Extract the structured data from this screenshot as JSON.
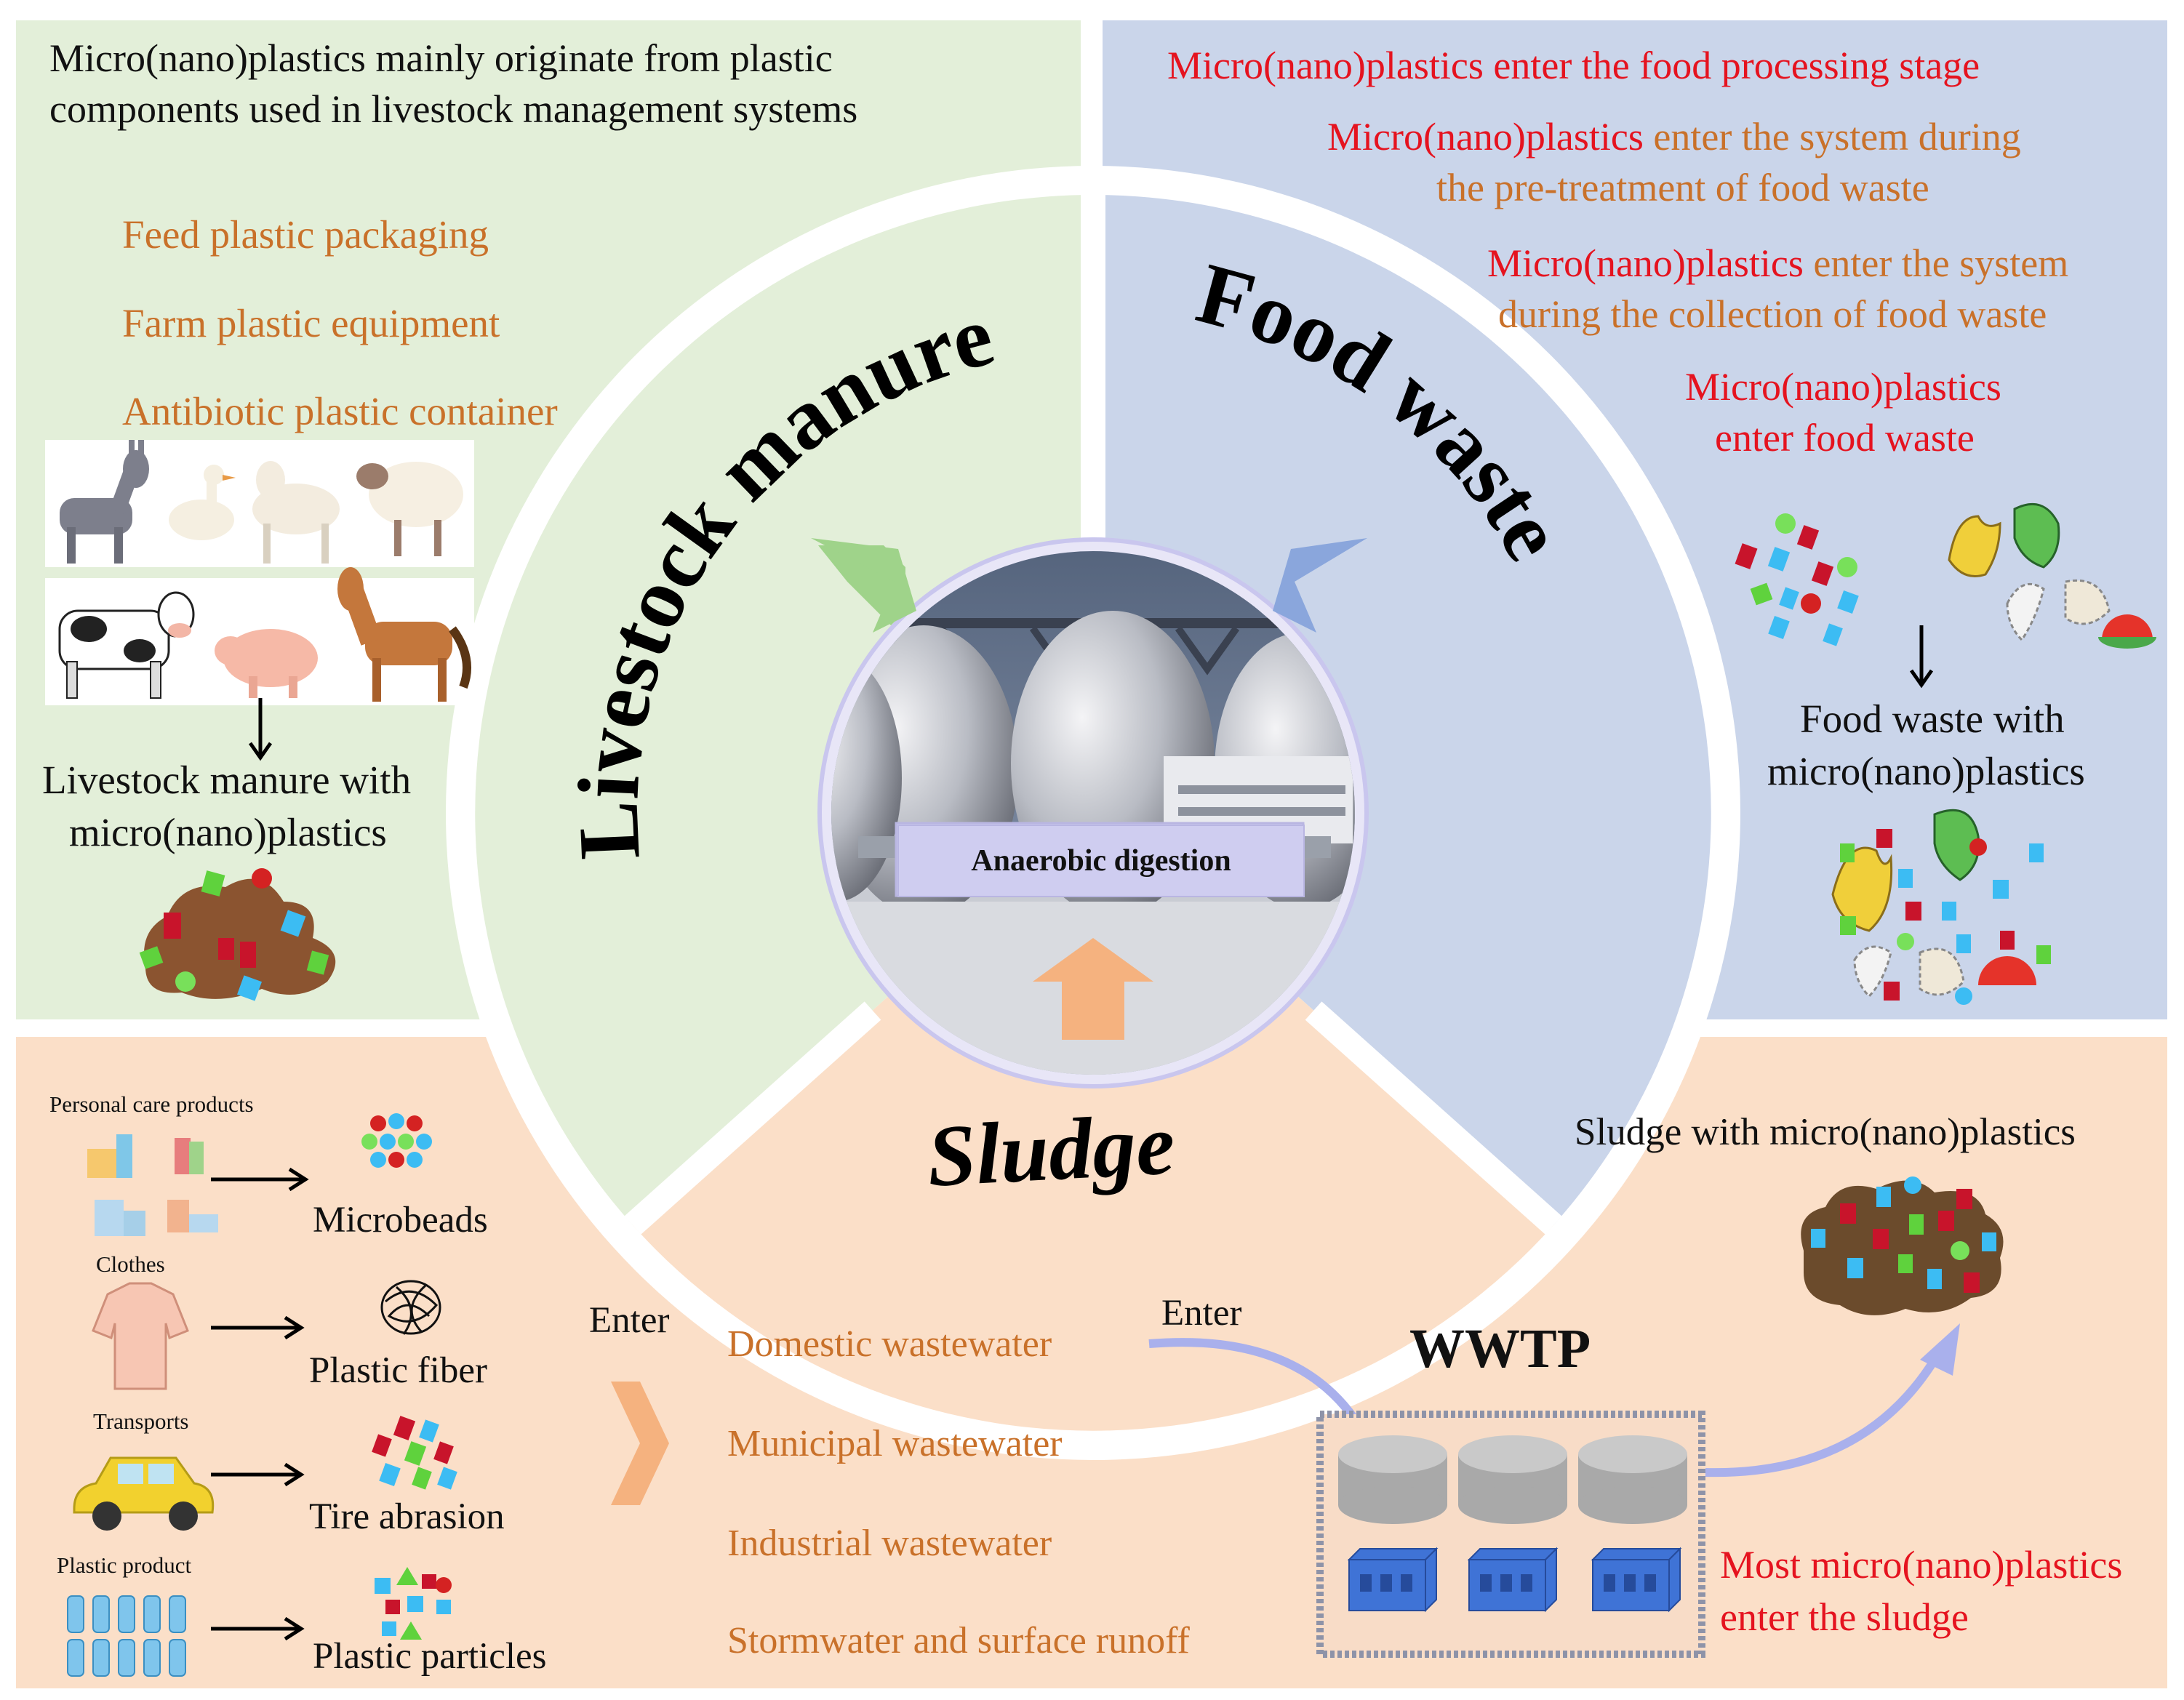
{
  "colors": {
    "livestock_panel": "#e3efd9",
    "food_panel": "#cad5ea",
    "sludge_panel": "#fbdfc8",
    "orange_text": "#c9712a",
    "red_text": "#e5131f",
    "arrow_green": "#9fd38a",
    "arrow_blue": "#8aa6dc",
    "arrow_orange": "#f5b27f",
    "flow_arrow": "#a9b0ec"
  },
  "center": {
    "caption": "Anaerobic digestion"
  },
  "livestock": {
    "arc_title": "Livestock manure",
    "intro": [
      "Micro(nano)plastics mainly originate from plastic",
      "components used in livestock management systems"
    ],
    "sources": [
      "Feed plastic packaging",
      "Farm plastic equipment",
      "Antibiotic plastic container"
    ],
    "result": [
      "Livestock manure with",
      "micro(nano)plastics"
    ]
  },
  "food": {
    "arc_title": "Food waste",
    "steps": [
      {
        "red": "Micro(nano)plastics enter the food processing stage",
        "orange": ""
      },
      {
        "red": "Micro(nano)plastics",
        "orange": "enter the system during",
        "line2": "the pre-treatment of food waste"
      },
      {
        "red": "Micro(nano)plastics",
        "orange": "enter the system",
        "line2": "during the collection of food waste"
      },
      {
        "red": "Micro(nano)plastics",
        "line2_red": "enter food waste"
      }
    ],
    "result": [
      "Food waste with",
      "micro(nano)plastics"
    ]
  },
  "sludge": {
    "arc_title": "Sludge",
    "sources": [
      {
        "category": "Personal care products",
        "product": "Microbeads"
      },
      {
        "category": "Clothes",
        "product": "Plastic fiber"
      },
      {
        "category": "Transports",
        "product": "Tire abrasion"
      },
      {
        "category": "Plastic product",
        "product": "Plastic particles"
      }
    ],
    "enter_label_1": "Enter",
    "enter_label_2": "Enter",
    "wastewater": [
      "Domestic wastewater",
      "Municipal wastewater",
      "Industrial wastewater",
      "Stormwater and surface runoff"
    ],
    "wwtp": "WWTP",
    "result_title": "Sludge with micro(nano)plastics",
    "most": [
      "Most micro(nano)plastics",
      "enter the sludge"
    ]
  },
  "icons": [
    "down-arrow-icon",
    "right-arrow-icon",
    "chevron-right-icon",
    "curved-arrow-icon",
    "animal-icon",
    "food-scrap-icon",
    "microplastic-particles-icon",
    "manure-pile-icon",
    "sludge-pile-icon",
    "tank-icon",
    "building-icon",
    "car-icon",
    "shirt-icon",
    "bottle-icon",
    "fiber-ball-icon"
  ]
}
